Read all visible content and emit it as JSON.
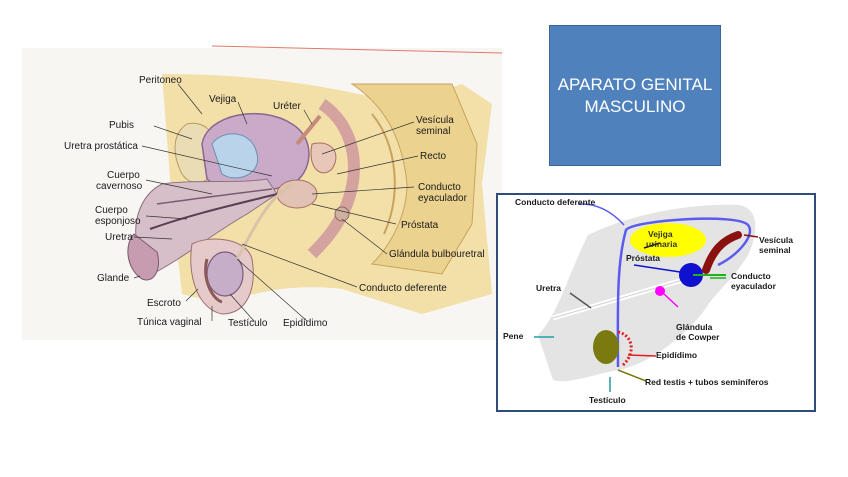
{
  "title": {
    "line1": "APARATO GENITAL",
    "line2": "MASCULINO"
  },
  "diagram1": {
    "labels": {
      "peritoneo": "Peritoneo",
      "vejiga": "Vejiga",
      "ureter": "Uréter",
      "pubis": "Pubis",
      "vesicula": "Vesícula",
      "seminal": "seminal",
      "uretra_prostatica": "Uretra prostática",
      "recto": "Recto",
      "cuerpo_cav_1": "Cuerpo",
      "cuerpo_cav_2": "cavernoso",
      "conducto_1": "Conducto",
      "conducto_2": "eyaculador",
      "cuerpo_esp_1": "Cuerpo",
      "cuerpo_esp_2": "esponjoso",
      "prostata": "Próstata",
      "uretra": "Uretra",
      "glandula_bulbo": "Glándula bulbouretral",
      "glande": "Glande",
      "conducto_deferente": "Conducto deferente",
      "escroto": "Escroto",
      "tunica": "Túnica vaginal",
      "testiculo": "Testículo",
      "epididimo": "Epidídimo"
    }
  },
  "diagram2": {
    "labels": {
      "conducto_deferente": "Conducto deferente",
      "vejiga_1": "Vejiga",
      "vejiga_2": "urinaria",
      "vesicula_1": "Vesícula",
      "vesicula_2": "seminal",
      "prostata": "Próstata",
      "conducto_1": "Conducto",
      "conducto_2": "eyaculador",
      "uretra": "Uretra",
      "glandula_1": "Glándula",
      "glandula_2": "de Cowper",
      "pene": "Pene",
      "epididimo": "Epidídimo",
      "red_testis": "Red testis + tubos seminíferos",
      "testiculo": "Testículo"
    }
  },
  "colors": {
    "title_bg": "#4f81bd",
    "bladder_yellow": "#ffff00",
    "prostate_blue": "#1010d0",
    "vesicle_red": "#8b1010",
    "cowper_magenta": "#ff00ff",
    "testis_olive": "#7a7a10",
    "vas_blue": "#5b5bf0"
  }
}
